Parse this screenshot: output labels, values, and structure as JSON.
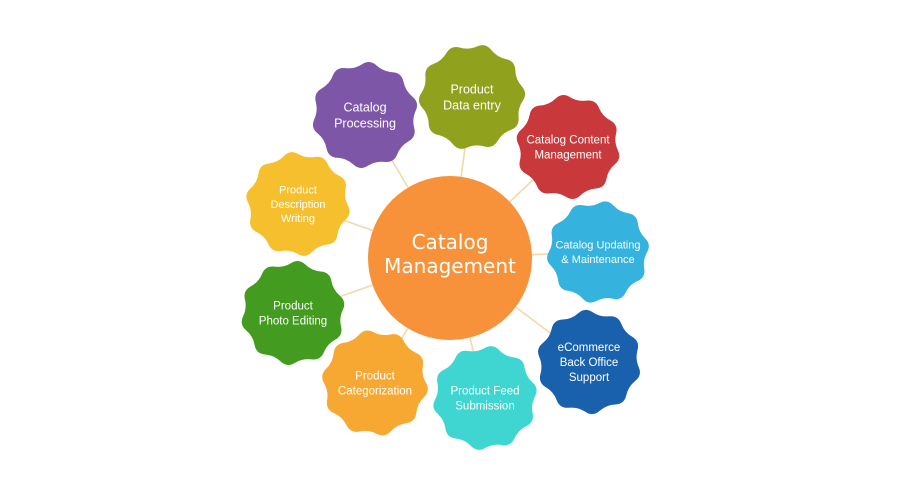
{
  "center": {
    "line1": "Catalog",
    "line2": "Management",
    "color": "#f7923a"
  },
  "connector_color": "#f3d9a8",
  "nodes": [
    {
      "id": "catalog-processing",
      "lines": [
        "Catalog",
        "Processing"
      ],
      "color": "#7d56a8"
    },
    {
      "id": "product-data-entry",
      "lines": [
        "Product",
        "Data entry"
      ],
      "color": "#8fa11d"
    },
    {
      "id": "catalog-content-management",
      "lines": [
        "Catalog Content",
        "Management"
      ],
      "color": "#c9393b"
    },
    {
      "id": "catalog-updating-maintenance",
      "lines": [
        "Catalog Updating",
        "& Maintenance"
      ],
      "color": "#35b2dd"
    },
    {
      "id": "ecommerce-back-office-support",
      "lines": [
        "eCommerce",
        "Back Office",
        "Support"
      ],
      "color": "#1a61ad"
    },
    {
      "id": "product-feed-submission",
      "lines": [
        "Product Feed",
        "Submission"
      ],
      "color": "#3fd6d1"
    },
    {
      "id": "product-categorization",
      "lines": [
        "Product",
        "Categorization"
      ],
      "color": "#f6a833"
    },
    {
      "id": "product-photo-editing",
      "lines": [
        "Product",
        "Photo Editing"
      ],
      "color": "#439c1f"
    },
    {
      "id": "product-description-writing",
      "lines": [
        "Product",
        "Description",
        "Writing"
      ],
      "color": "#f6bf2d"
    }
  ]
}
